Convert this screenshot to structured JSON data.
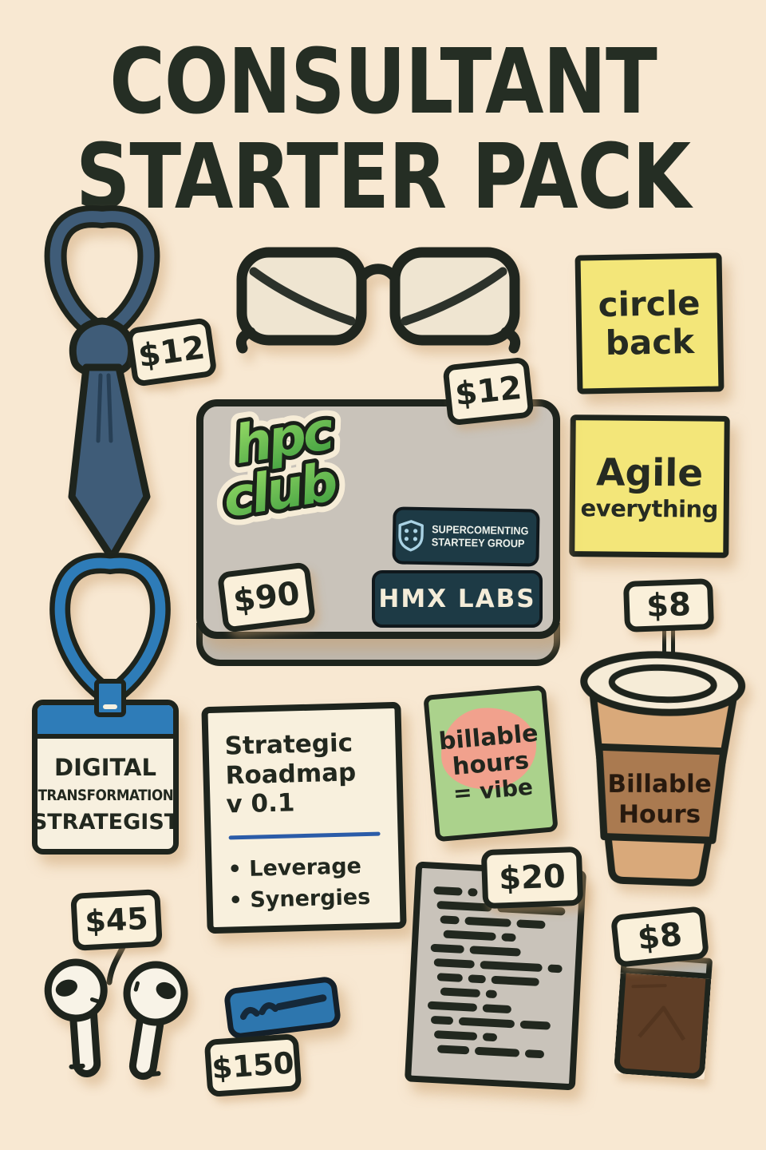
{
  "poster": {
    "title_line1": "CONSULTANT",
    "title_line2": "STARTER PACK"
  },
  "tags": {
    "tie": "$12",
    "glasses": "$12",
    "laptop": "$90",
    "coffee_cup": "$8",
    "earbuds": "$45",
    "card_case": "$150",
    "receipt": "$20",
    "iced_coffee": "$8"
  },
  "sticky_notes": {
    "circle_back": {
      "line1": "circle",
      "line2": "back"
    },
    "agile": {
      "line1": "Agile",
      "line2": "everything"
    }
  },
  "laptop_stickers": {
    "hpc_club": {
      "line1": "hpc",
      "line2": "club"
    },
    "consulting_group": {
      "line1": "SUPERCOMENTING",
      "line2": "STARTEEY GROUP"
    },
    "hmx_labs": "HMX LABS"
  },
  "badge": {
    "line1": "DIGITAL",
    "line2": "TRANSFORMATION",
    "line3": "STRATEGIST"
  },
  "roadmap": {
    "line1": "Strategic",
    "line2": "Roadmap",
    "line3": "v 0.1",
    "bullets": [
      "Leverage",
      "Synergies"
    ]
  },
  "billable_sticker": {
    "line1": "billable",
    "line2": "hours",
    "line3": "= vibe"
  },
  "coffee_cup": {
    "line1": "Billable",
    "line2": "Hours"
  },
  "colors": {
    "background": "#f8e8d2",
    "outline": "#1e241d",
    "tag_cream": "#faf0da",
    "sticky_yellow": "#f3e679",
    "badge_blue": "#2e7cb8",
    "laptop_gray": "#c9c3ba",
    "sticker_navy": "#1d3a45",
    "tie_blue": "#3f5c78",
    "hpc_green_light": "#9fe06a",
    "hpc_green_dark": "#49a544",
    "billable_green": "#abd28c",
    "billable_pink": "#f1a18d",
    "cup_tan": "#d9a97a",
    "cup_sleeve": "#aa7a50",
    "iced_brown": "#5f3e26",
    "case_blue": "#2d76ae",
    "roadmap_blue": "#2b5ca8"
  }
}
